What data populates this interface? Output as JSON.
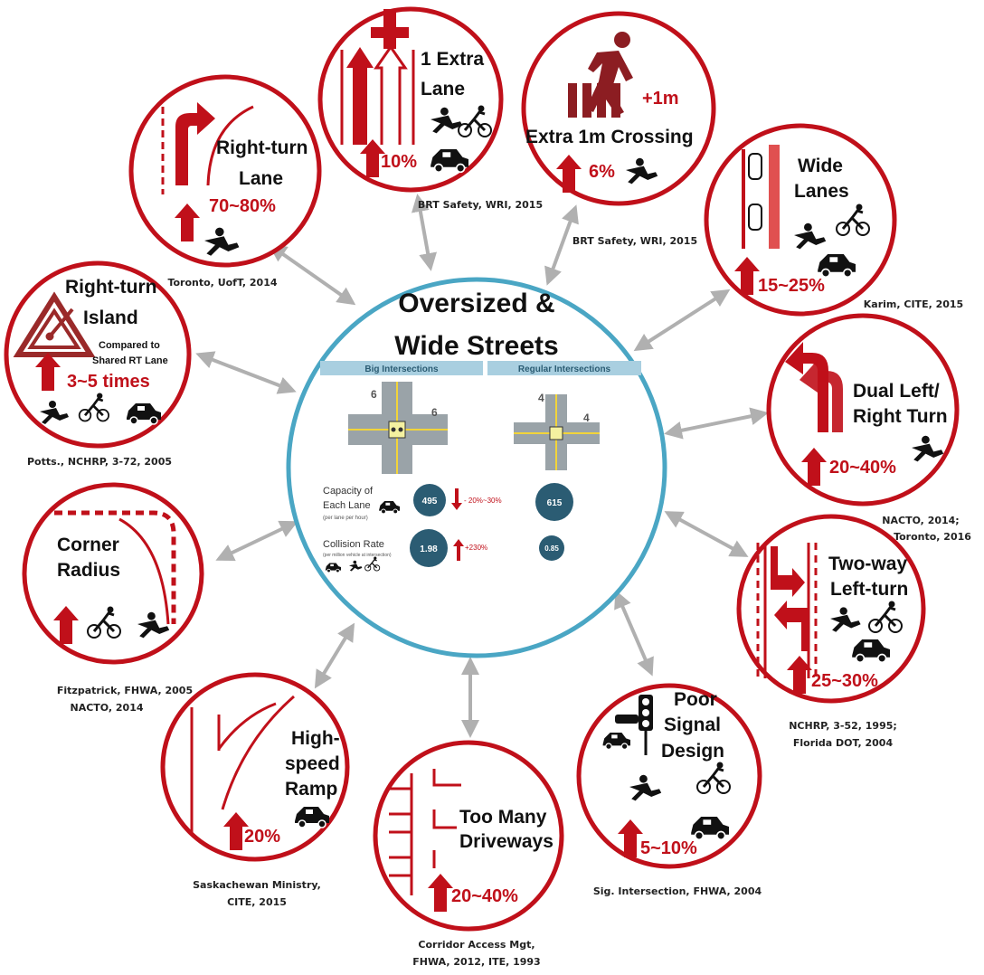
{
  "center": {
    "title_line1": "Oversized &",
    "title_line2": "Wide Streets",
    "tab_big": "Big Intersections",
    "tab_regular": "Regular Intersections",
    "big_lanes_a": "6",
    "big_lanes_b": "6",
    "reg_lanes_a": "4",
    "reg_lanes_b": "4",
    "capacity_label_1": "Capacity of",
    "capacity_label_2": "Each Lane",
    "capacity_sub": "(per lane per hour)",
    "capacity_big": "495",
    "capacity_change": "- 20%~30%",
    "capacity_regular": "615",
    "collision_label": "Collision Rate",
    "collision_sub": "(per million vehicle at intersection)",
    "collision_big": "1.98",
    "collision_change": "+230%",
    "collision_regular": "0.85"
  },
  "nodes": [
    {
      "id": "extra-lane",
      "line1": "1 Extra",
      "line2": "Lane",
      "line3": "",
      "stat": "10%",
      "cite1": "BRT Safety, WRI, 2015",
      "cite2": ""
    },
    {
      "id": "extra-crossing",
      "line1": "+1m",
      "line2": "Extra 1m Crossing",
      "line3": "",
      "stat": "6%",
      "cite1": "BRT Safety, WRI, 2015",
      "cite2": ""
    },
    {
      "id": "wide-lanes",
      "line1": "Wide",
      "line2": "Lanes",
      "line3": "",
      "stat": "15~25%",
      "cite1": "Karim, CITE, 2015",
      "cite2": ""
    },
    {
      "id": "dual-turn",
      "line1": "Dual Left/",
      "line2": "Right Turn",
      "line3": "",
      "stat": "20~40%",
      "cite1": "NACTO, 2014;",
      "cite2": "Toronto, 2016"
    },
    {
      "id": "two-way-left",
      "line1": "Two-way",
      "line2": "Left-turn",
      "line3": "",
      "stat": "25~30%",
      "cite1": "NCHRP, 3-52, 1995;",
      "cite2": "Florida DOT, 2004"
    },
    {
      "id": "signal-design",
      "line1": "Poor",
      "line2": "Signal",
      "line3": "Design",
      "stat": "5~10%",
      "cite1": "Sig. Intersection, FHWA, 2004",
      "cite2": ""
    },
    {
      "id": "driveways",
      "line1": "Too Many",
      "line2": "Driveways",
      "line3": "",
      "stat": "20~40%",
      "cite1": "Corridor Access Mgt,",
      "cite2": "FHWA, 2012,  ITE, 1993"
    },
    {
      "id": "ramp",
      "line1": "High-",
      "line2": "speed",
      "line3": "Ramp",
      "stat": "20%",
      "cite1": "Saskachewan Ministry,",
      "cite2": "CITE, 2015"
    },
    {
      "id": "corner-radius",
      "line1": "Corner",
      "line2": "Radius",
      "line3": "",
      "stat": "",
      "cite1": "Fitzpatrick, FHWA, 2005",
      "cite2": "NACTO, 2014"
    },
    {
      "id": "rt-island",
      "line1": "Right-turn",
      "line2": "Island",
      "line3": "Compared to",
      "line4": "Shared RT Lane",
      "stat": "3~5 times",
      "cite1": "Potts., NCHRP, 3-72, 2005",
      "cite2": ""
    },
    {
      "id": "rt-lane",
      "line1": "Right-turn",
      "line2": "Lane",
      "line3": "",
      "stat": "70~80%",
      "cite1": "Toronto, UofT, 2014",
      "cite2": ""
    }
  ],
  "colors": {
    "red": "#c0101a",
    "teal": "#4aa6c4",
    "arrow_gray": "#b0b0b0",
    "bubble": "#2b5c73",
    "tab": "#a9cfe0"
  }
}
